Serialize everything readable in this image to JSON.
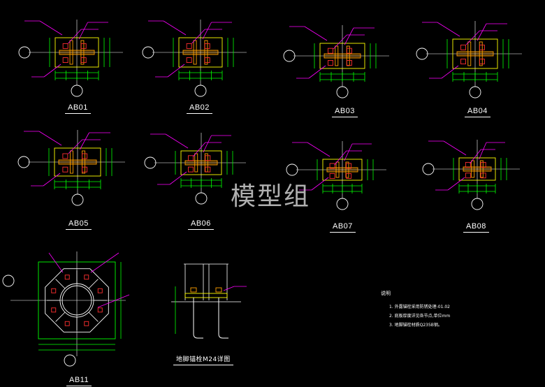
{
  "watermark": "模型组",
  "labels": {
    "ab01": "AB01",
    "ab02": "AB02",
    "ab03": "AB03",
    "ab04": "AB04",
    "ab05": "AB05",
    "ab06": "AB06",
    "ab07": "AB07",
    "ab08": "AB08",
    "ab11": "AB11",
    "anchor": "地脚锚栓M24详图"
  },
  "notes": {
    "title": "说明",
    "items": [
      "1. 外露锚栓采用防锈处理-01.02",
      "2. 底板厚度详见各节点,单位mm",
      "3. 地脚锚栓材质Q235B钢。"
    ]
  },
  "colors": {
    "background": "#000000",
    "outline": "#ffffff",
    "dimension": "#00ff00",
    "plate": "#ffff00",
    "column": "#ffa000",
    "bolt": "#ff3030",
    "callout": "#ff00ff"
  }
}
